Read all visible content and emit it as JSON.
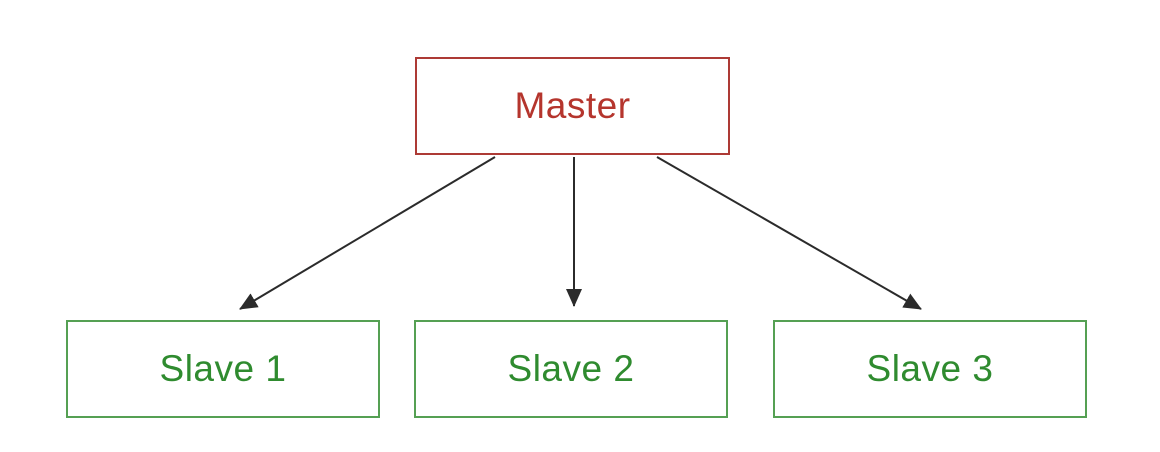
{
  "diagram": {
    "nodes": [
      {
        "id": "master",
        "label": "Master",
        "text_color": "#b5352d",
        "border_color": "#ad3a35"
      },
      {
        "id": "slave1",
        "label": "Slave 1",
        "text_color": "#2f8b2f",
        "border_color": "#55a053"
      },
      {
        "id": "slave2",
        "label": "Slave 2",
        "text_color": "#2f8b2f",
        "border_color": "#55a053"
      },
      {
        "id": "slave3",
        "label": "Slave 3",
        "text_color": "#2f8b2f",
        "border_color": "#55a053"
      }
    ],
    "edges": [
      {
        "from": "Master",
        "to": "Slave 1",
        "style": "arrow"
      },
      {
        "from": "Master",
        "to": "Slave 2",
        "style": "arrow"
      },
      {
        "from": "Master",
        "to": "Slave 3",
        "style": "arrow"
      }
    ],
    "arrow_color": "#2b2b2b",
    "background_color": "#ffffff"
  }
}
